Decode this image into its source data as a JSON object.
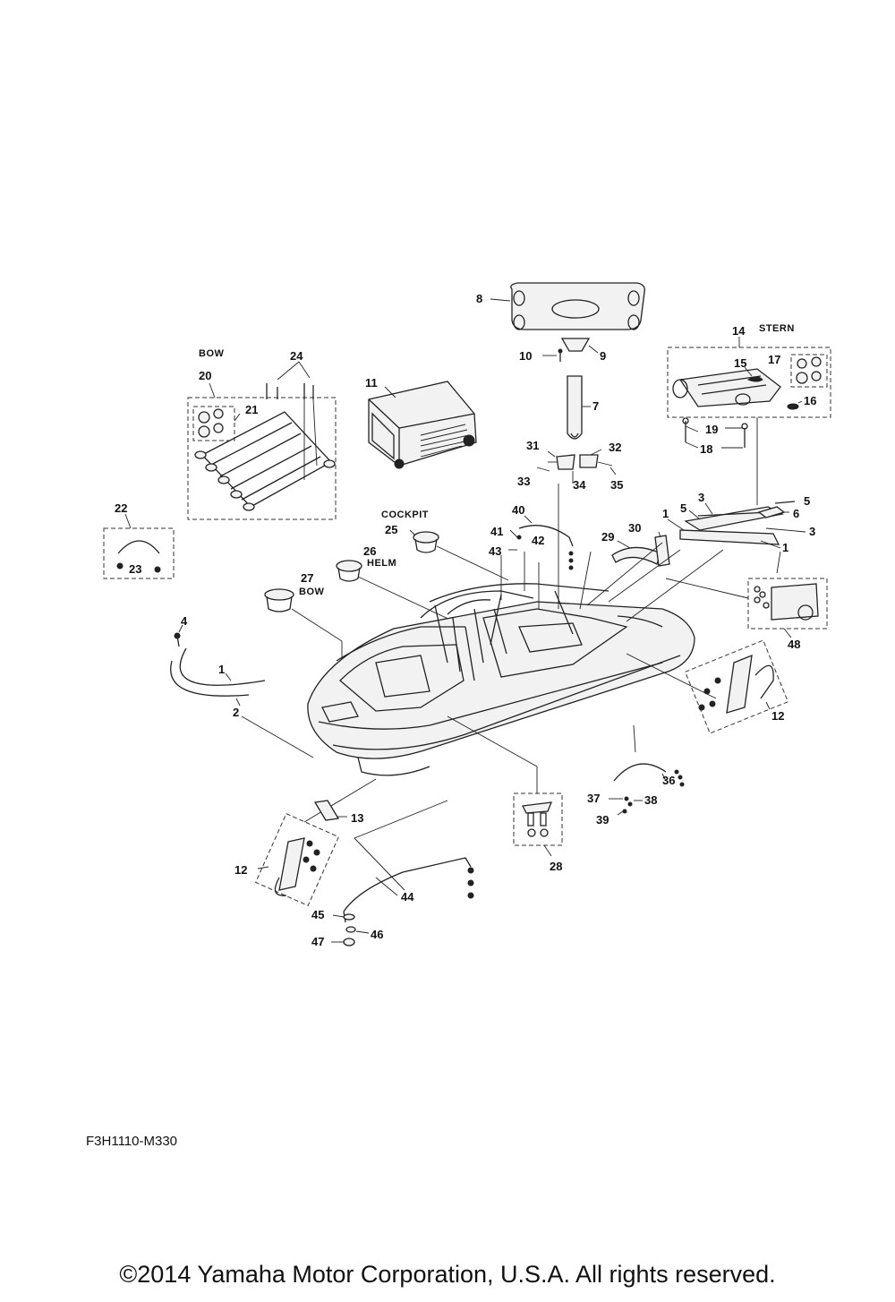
{
  "diagram": {
    "drawing_code": "F3H1110-M330",
    "copyright": "©2014 Yamaha Motor Corporation, U.S.A. All rights reserved.",
    "section_labels": [
      "BOW",
      "STERN",
      "COCKPIT",
      "HELM",
      "BOW"
    ],
    "callouts": [
      "1",
      "1",
      "1",
      "2",
      "3",
      "3",
      "4",
      "5",
      "5",
      "6",
      "7",
      "8",
      "9",
      "10",
      "11",
      "12",
      "12",
      "13",
      "14",
      "15",
      "16",
      "17",
      "18",
      "19",
      "20",
      "21",
      "22",
      "23",
      "24",
      "25",
      "26",
      "27",
      "28",
      "29",
      "30",
      "31",
      "32",
      "33",
      "34",
      "35",
      "36",
      "37",
      "38",
      "39",
      "40",
      "41",
      "42",
      "43",
      "44",
      "45",
      "46",
      "47",
      "48"
    ]
  }
}
